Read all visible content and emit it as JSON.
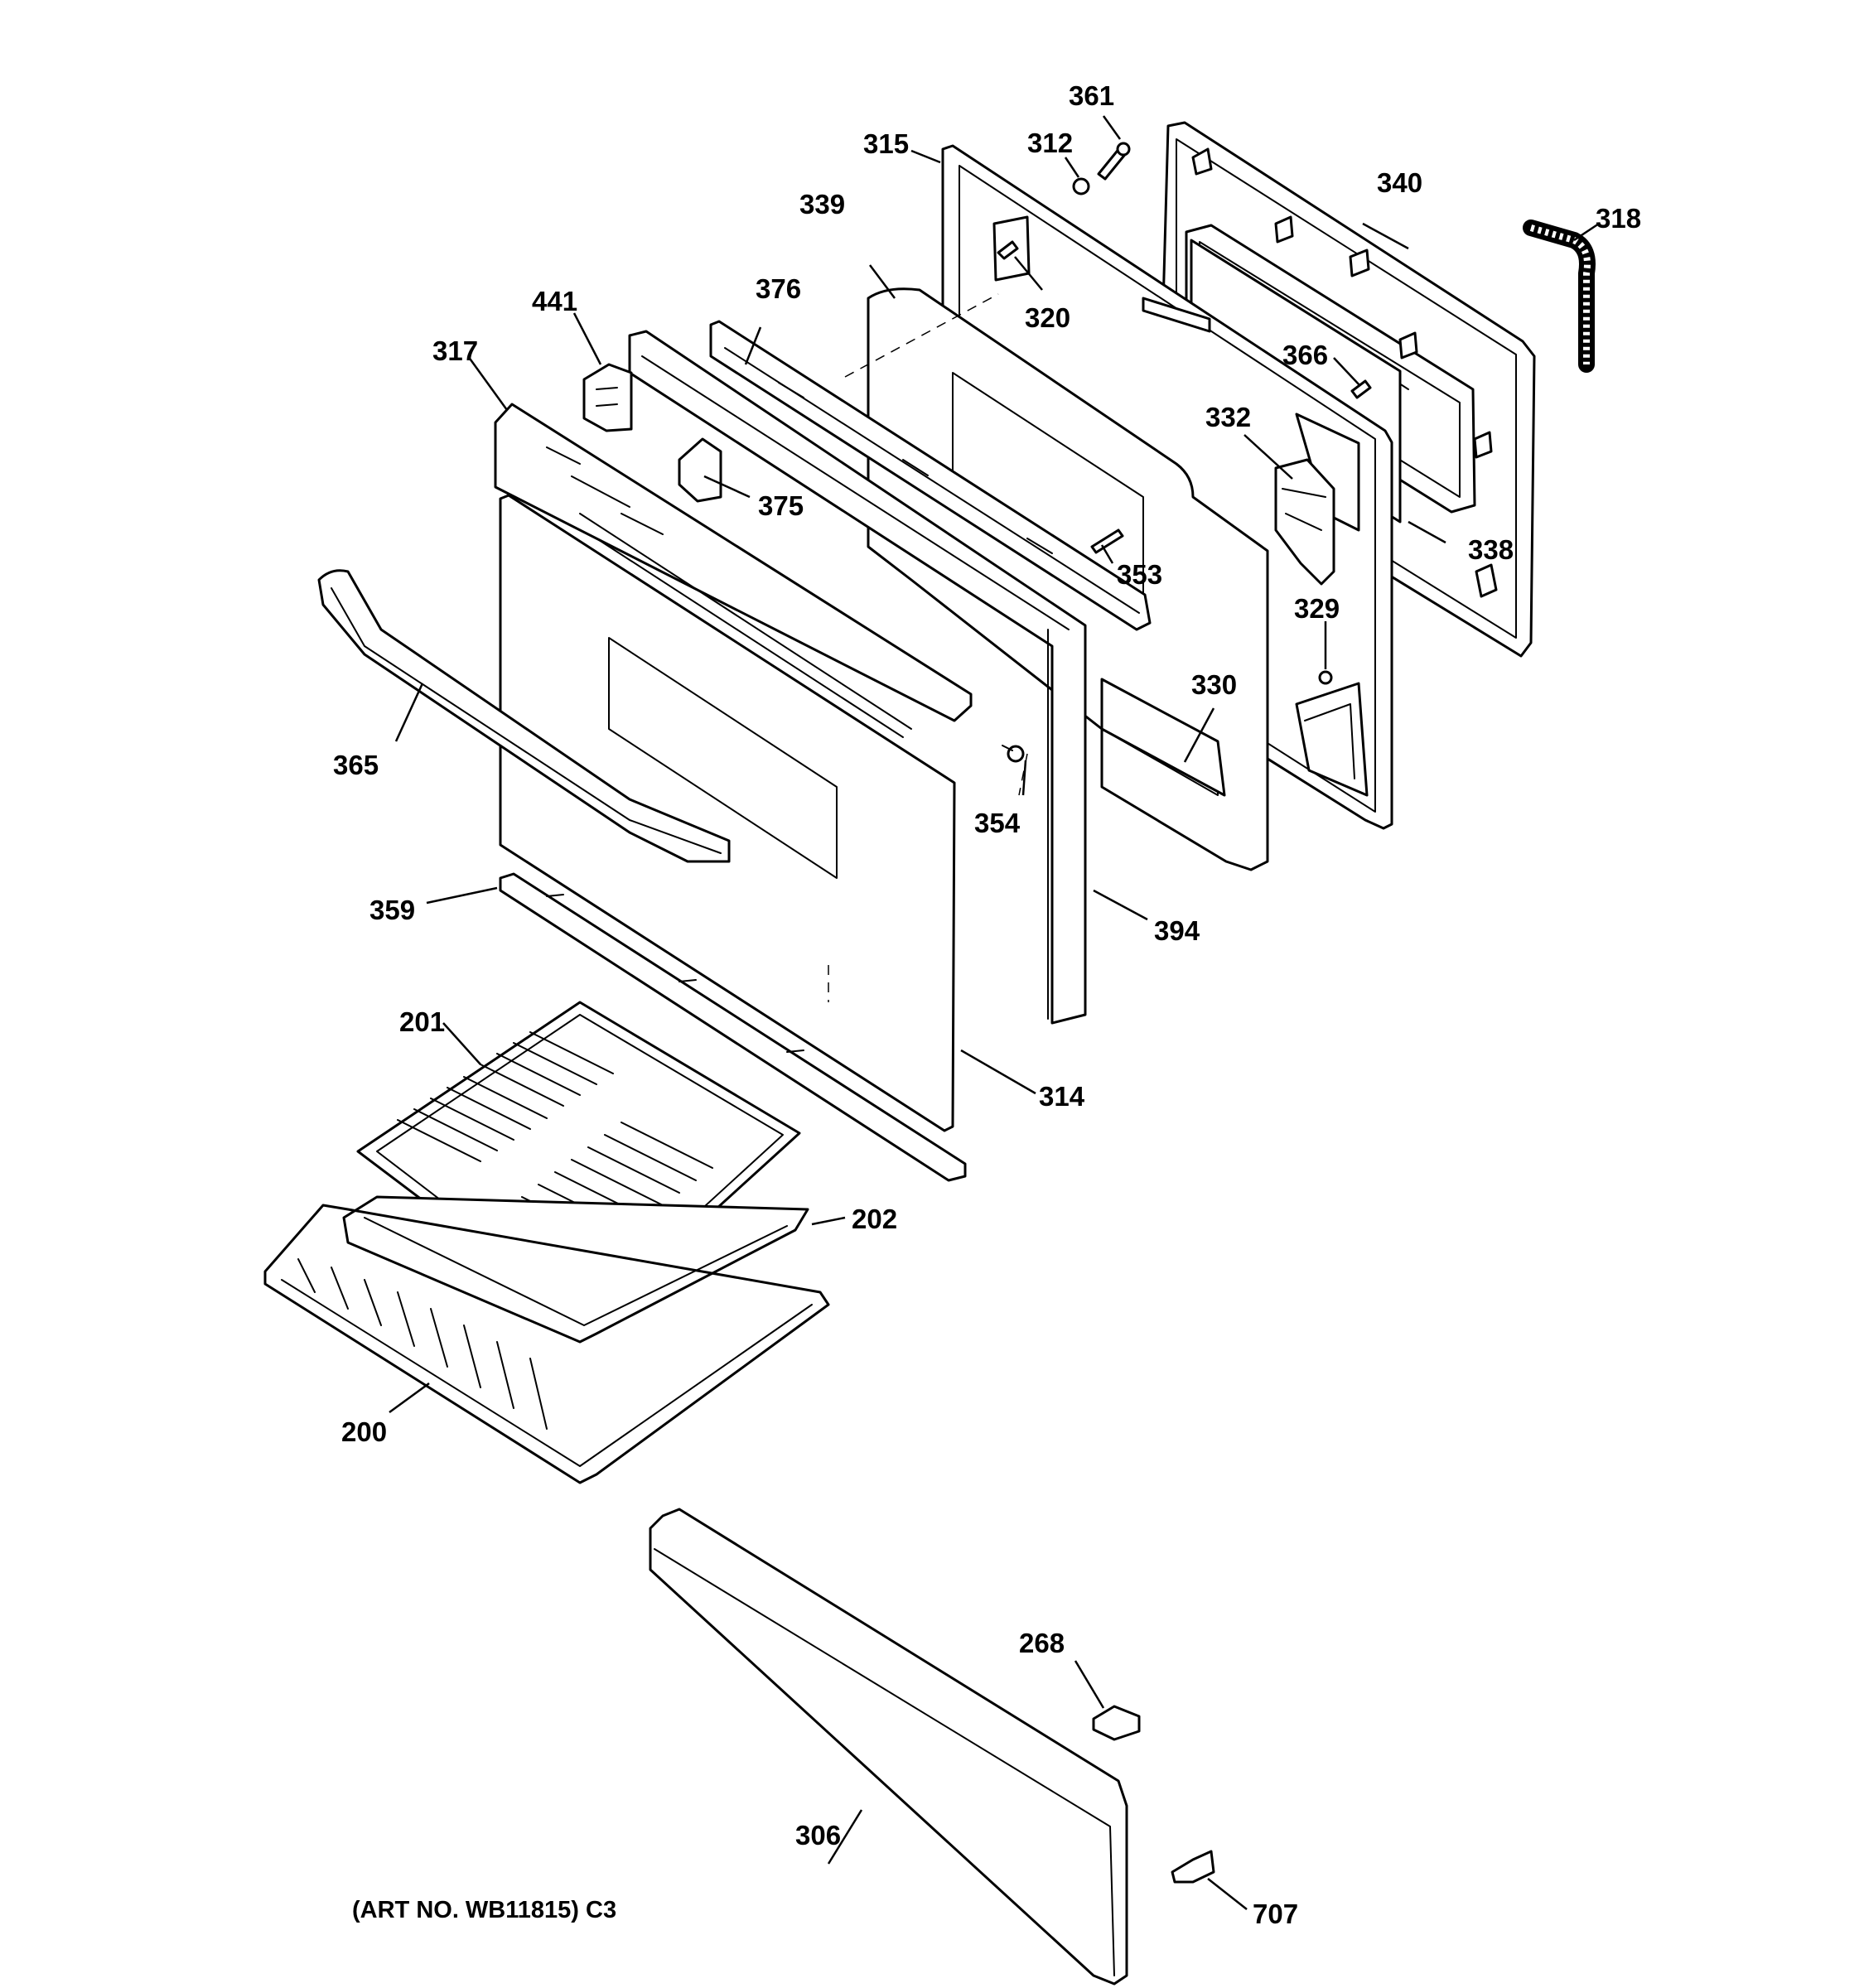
{
  "art_number": "(ART NO. WB11815) C3",
  "callouts": {
    "c200": "200",
    "c201": "201",
    "c202": "202",
    "c268": "268",
    "c306": "306",
    "c312": "312",
    "c314": "314",
    "c315": "315",
    "c317": "317",
    "c318": "318",
    "c320": "320",
    "c329": "329",
    "c330": "330",
    "c332": "332",
    "c338": "338",
    "c339": "339",
    "c340": "340",
    "c353": "353",
    "c354": "354",
    "c359": "359",
    "c361": "361",
    "c365": "365",
    "c366": "366",
    "c375": "375",
    "c376": "376",
    "c394": "394",
    "c441": "441",
    "c707": "707"
  },
  "colors": {
    "line": "#000000",
    "background": "#ffffff"
  }
}
